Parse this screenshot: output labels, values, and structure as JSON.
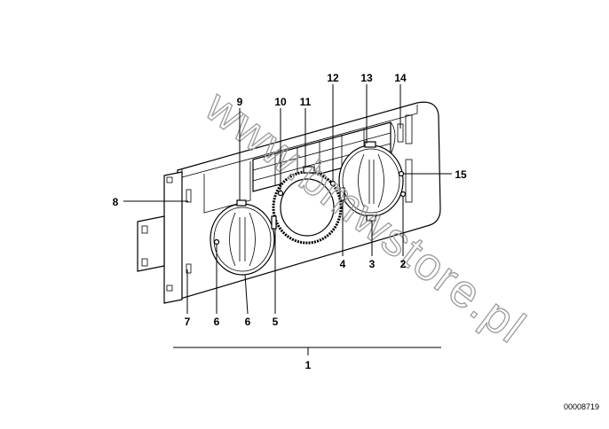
{
  "diagram": {
    "watermark": "www.bmwstore.pl",
    "code": "00008719",
    "callouts": [
      "1",
      "2",
      "3",
      "4",
      "5",
      "6",
      "6",
      "7",
      "8",
      "9",
      "10",
      "11",
      "12",
      "13",
      "14",
      "15"
    ]
  }
}
